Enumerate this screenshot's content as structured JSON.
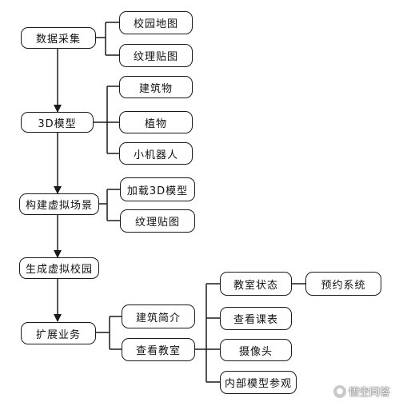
{
  "nodes": {
    "data_collection": "数据采集",
    "campus_map": "校园地图",
    "texture_map_1": "纹理贴图",
    "model_3d": "3D模型",
    "building": "建筑物",
    "plant": "植物",
    "small_robot": "小机器人",
    "build_virtual_scene": "构建虚拟场景",
    "load_3d_model": "加载3D模型",
    "texture_map_2": "纹理贴图",
    "generate_virtual_campus": "生成虚拟校园",
    "extend_business": "扩展业务",
    "building_intro": "建筑简介",
    "view_classroom": "查看教室",
    "classroom_status": "教室状态",
    "reservation_system": "预约系统",
    "view_schedule": "查看课表",
    "camera": "摄像头",
    "internal_model_visit": "内部模型参观"
  },
  "watermark": {
    "icon": "chat-bubble-icon",
    "text": "悟空问答"
  }
}
